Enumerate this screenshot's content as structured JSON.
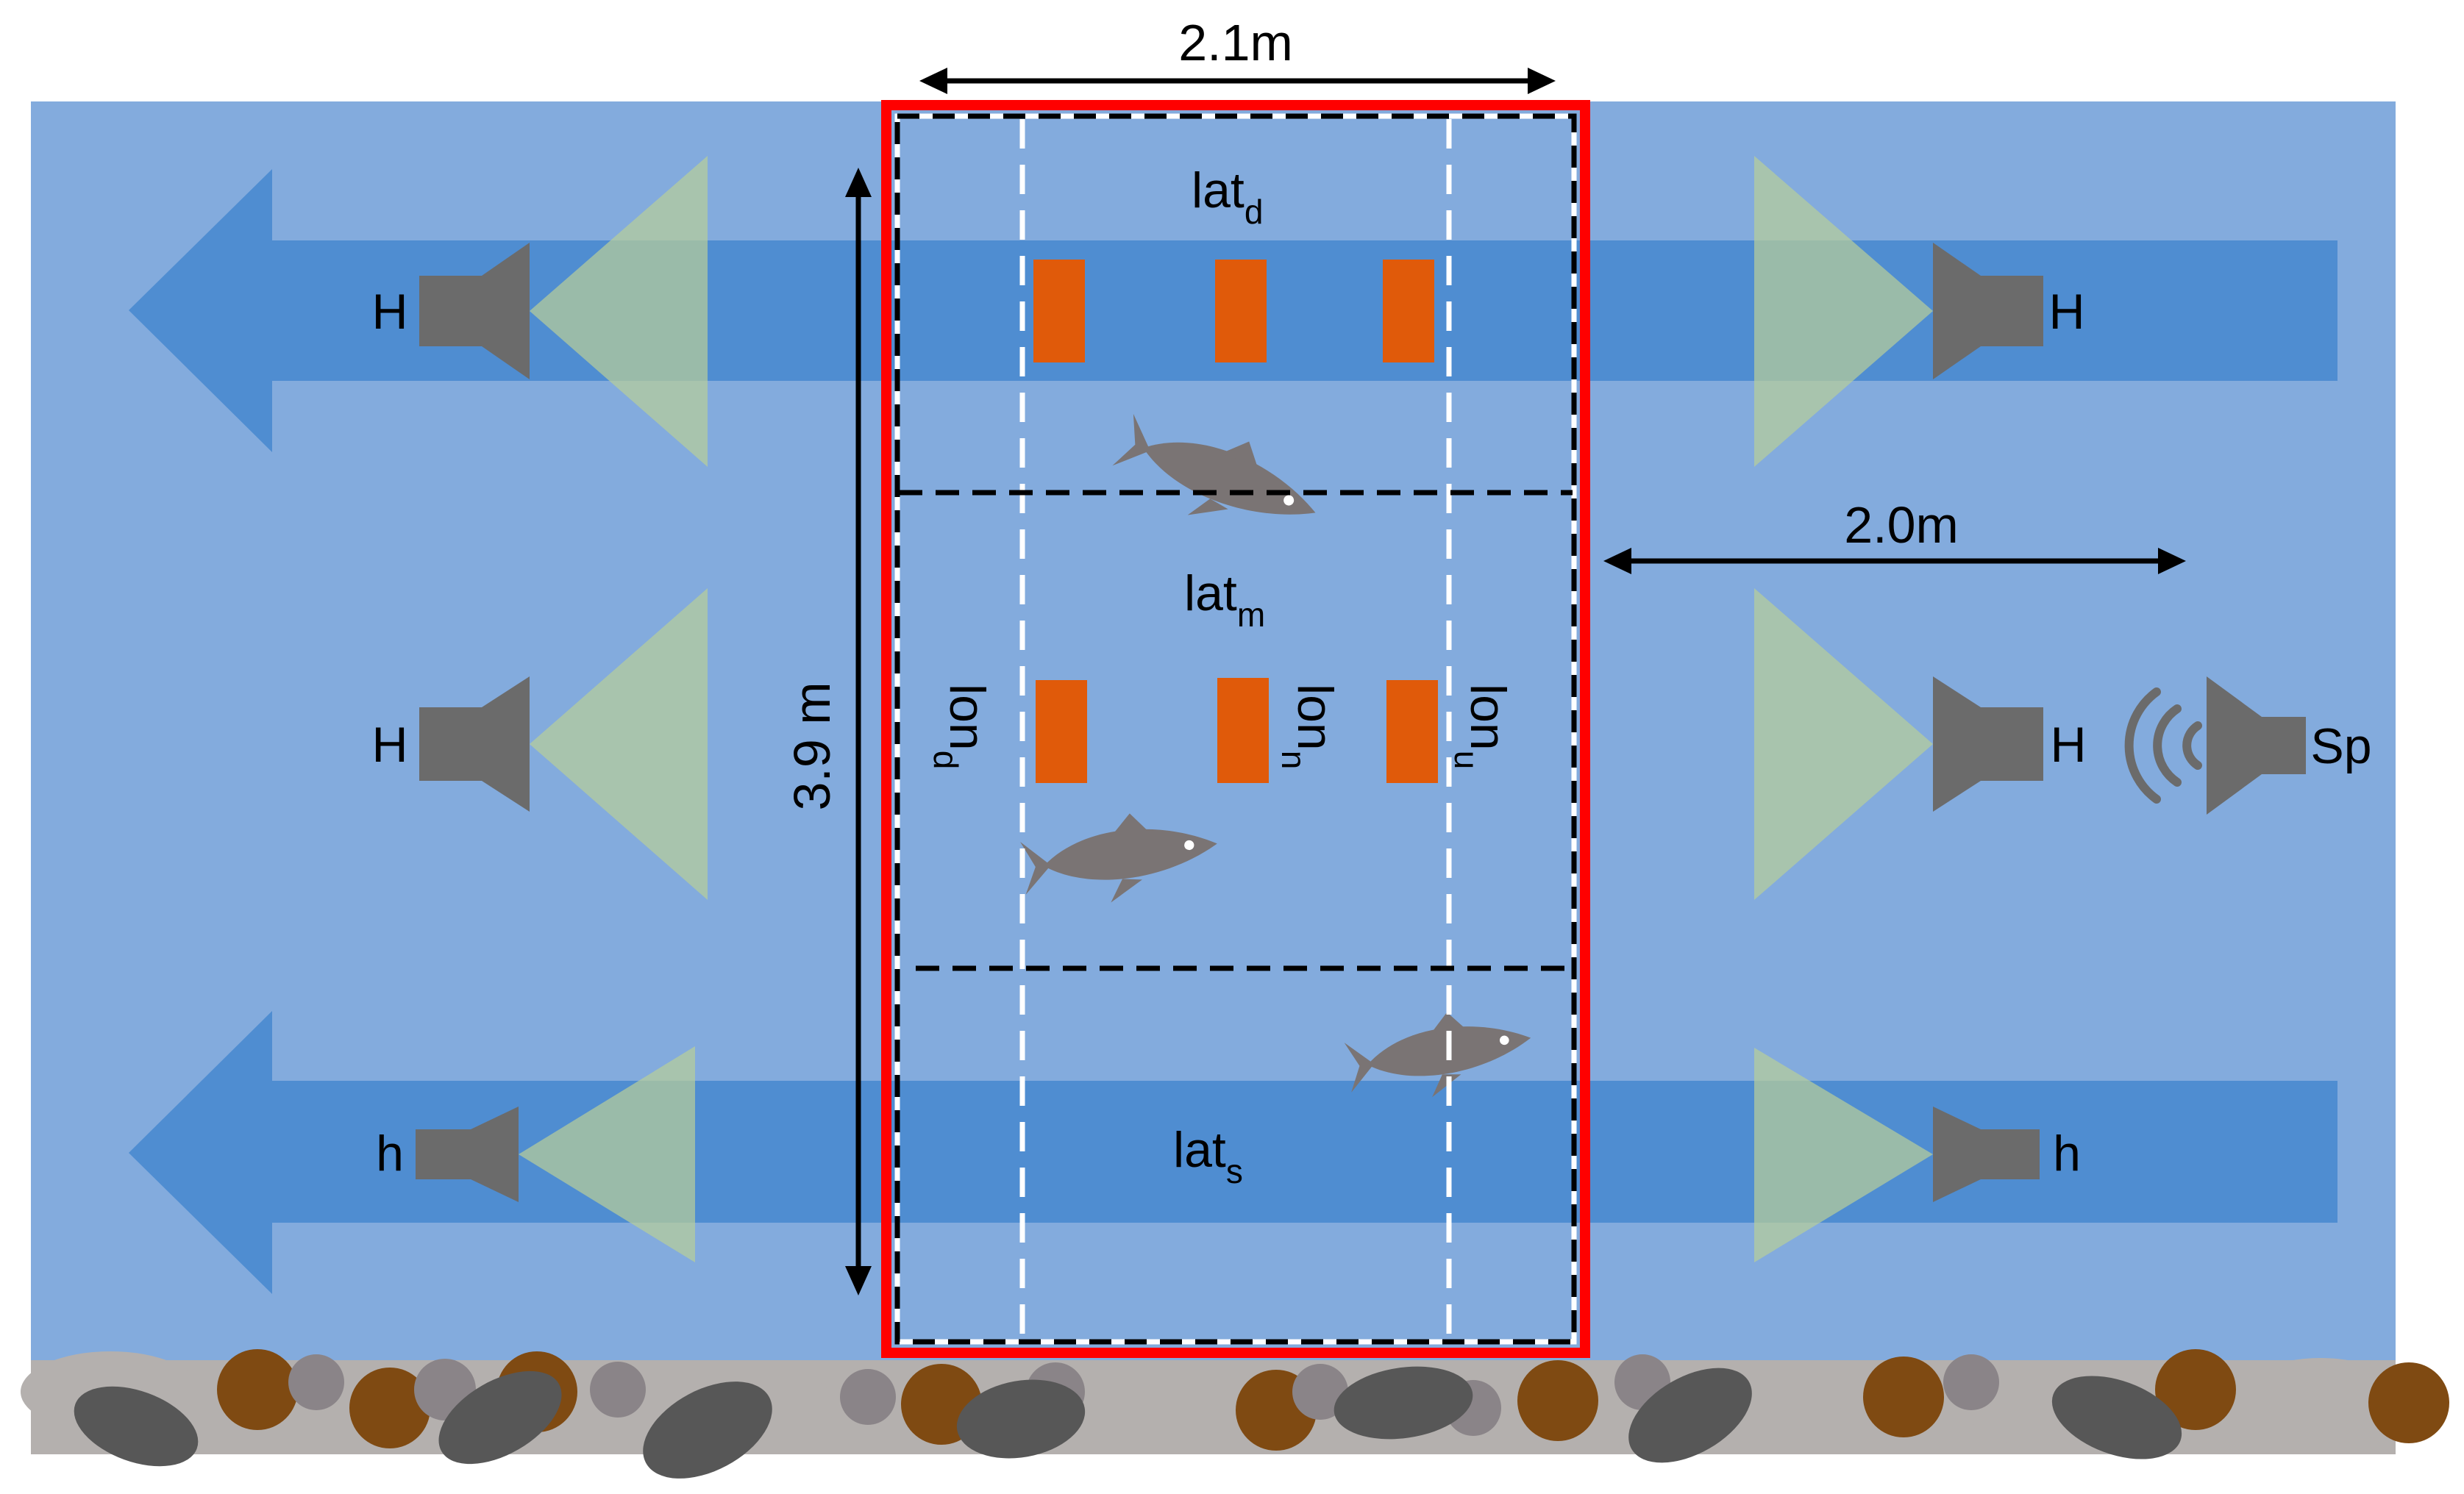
{
  "colors": {
    "water": "#83abdd",
    "flow": "#4f8dd1",
    "hydrophone": "#6b6b6b",
    "beam": "#b7cd9a",
    "target": "#e05a0a",
    "fish": "#7a7474",
    "frame": "#ff0000",
    "rock_light": "#b4b0ae",
    "rock_dark": "#575757",
    "rock_brown": "#7f4a12",
    "rock_mid": "#8a8488"
  },
  "dimensions": {
    "width": "2.1m",
    "height": "3.9 m",
    "offset": "2.0m"
  },
  "hydrophones": {
    "left": [
      "H",
      "H",
      "h"
    ],
    "right": [
      "H",
      "H",
      "h"
    ]
  },
  "speaker": {
    "label": "Sp",
    "icon": "speaker-icon"
  },
  "zones": {
    "lat_d": {
      "base": "lat",
      "sub": "d"
    },
    "lat_m": {
      "base": "lat",
      "sub": "m"
    },
    "lat_s": {
      "base": "lat",
      "sub": "s"
    },
    "lon_d": {
      "base": "lon",
      "sub": "d"
    },
    "lon_n": {
      "base": "lon",
      "sub": "n"
    },
    "lon_u": {
      "base": "lon",
      "sub": "u"
    }
  }
}
